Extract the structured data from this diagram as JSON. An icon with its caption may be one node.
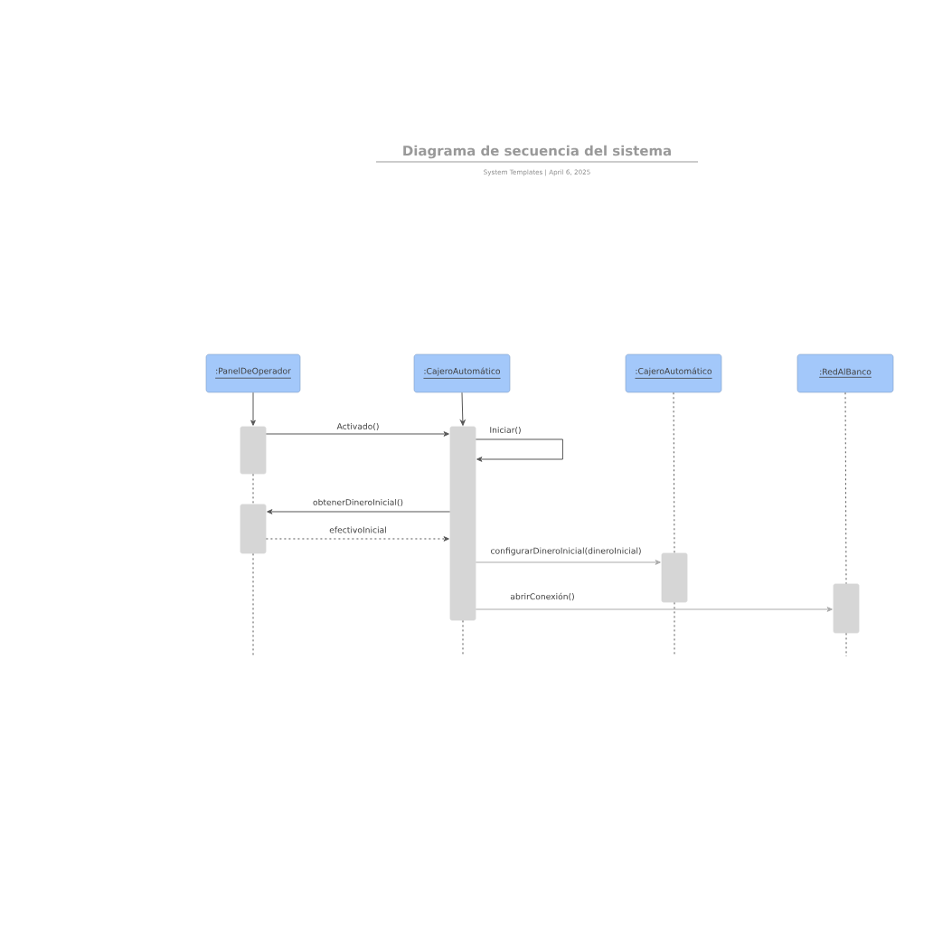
{
  "diagram": {
    "title": "Diagrama de secuencia del sistema",
    "caption": "System Templates | April 6, 2025",
    "nodes": [
      {
        "text": [
          ":PanelDeOperador"
        ]
      },
      {
        "text": [
          ":CajeroAutomático"
        ]
      },
      {
        "text": [
          ":CajeroAutomático"
        ]
      },
      {
        "text": [
          ":RedAlBanco"
        ]
      },
      {
        "text": [],
        "shape": "bar"
      },
      {
        "text": [],
        "shape": "bar"
      },
      {
        "text": [],
        "shape": "bar"
      },
      {
        "text": [],
        "shape": "bar"
      },
      {
        "text": [],
        "shape": "bar"
      }
    ],
    "edges": [
      {
        "from": 0,
        "to": 4,
        "arrow": "to"
      },
      {
        "from": 4,
        "to": 5,
        "arrow": "none",
        "style": "dashed"
      },
      {
        "from": 5,
        "to": null,
        "arrow": "none",
        "style": "dashed"
      },
      {
        "from": 1,
        "to": 6,
        "arrow": "to"
      },
      {
        "from": 6,
        "to": null,
        "arrow": "none",
        "style": "dashed"
      },
      {
        "from": 2,
        "to": 7,
        "arrow": "none",
        "style": "dashed"
      },
      {
        "from": 7,
        "to": null,
        "arrow": "none",
        "style": "dashed"
      },
      {
        "from": 3,
        "to": 8,
        "arrow": "none",
        "style": "dashed"
      },
      {
        "from": 8,
        "to": null,
        "arrow": "none",
        "style": "dashed"
      },
      {
        "from": 4,
        "to": 6,
        "arrow": "to",
        "label": "Activado()"
      },
      {
        "from": 6,
        "to": 6,
        "arrow": "to",
        "label": "Iniciar()"
      },
      {
        "from": 6,
        "to": 5,
        "arrow": "to",
        "label": "obtenerDineroInicial()"
      },
      {
        "from": 5,
        "to": 6,
        "arrow": "to",
        "label": "efectivoInicial",
        "style": "dashed"
      },
      {
        "from": 6,
        "to": 7,
        "arrow": "to",
        "label": "configurarDineroInicial(dineroInicial)",
        "color": "#aaaaaa"
      },
      {
        "from": 6,
        "to": 8,
        "arrow": "to",
        "label": "abrirConexión()",
        "color": "#aaaaaa"
      }
    ]
  }
}
